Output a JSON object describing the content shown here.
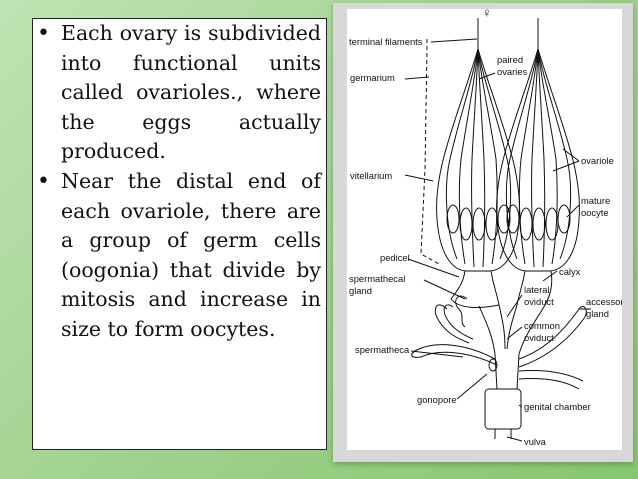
{
  "bullets": [
    "Each ovary is subdivided into functional units called ovarioles., where the eggs actually produced.",
    "Near the distal end of each ovariole, there are a group of germ cells (oogonia) that divide by mitosis and increase in size to form oocytes."
  ],
  "figure": {
    "symbol": "♀",
    "labels": {
      "terminal_filaments": "terminal filaments",
      "paired_ovaries_1": "paired",
      "paired_ovaries_2": "ovaries",
      "germarium": "germarium",
      "ovariole": "ovariole",
      "vitellarium": "vitellarium",
      "mature_oocyte_1": "mature",
      "mature_oocyte_2": "oocyte",
      "pedicel": "pedicel",
      "calyx": "calyx",
      "spermathecal_gland_1": "spermathecal",
      "spermathecal_gland_2": "gland",
      "lateral_oviduct_1": "lateral",
      "lateral_oviduct_2": "oviduct",
      "accessory_gland_1": "accessory",
      "accessory_gland_2": "gland",
      "common_oviduct_1": "common",
      "common_oviduct_2": "oviduct",
      "spermatheca": "spermatheca",
      "gonopore": "gonopore",
      "genital_chamber": "genital chamber",
      "vulva": "vulva"
    }
  },
  "colors": {
    "background": "#9fd18c",
    "panel": "#ffffff",
    "ink": "#111111"
  }
}
